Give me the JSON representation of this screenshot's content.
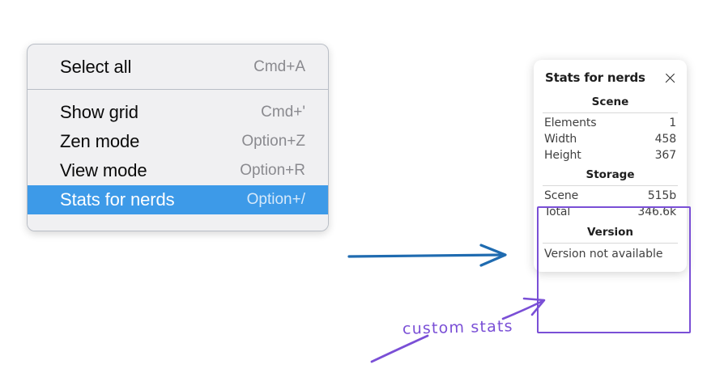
{
  "context_menu": {
    "name": "context-menu",
    "sections": [
      {
        "items": [
          {
            "label": "Select all",
            "shortcut": "Cmd+A",
            "highlighted": false
          }
        ]
      },
      {
        "items": [
          {
            "label": "Show grid",
            "shortcut": "Cmd+'",
            "highlighted": false
          },
          {
            "label": "Zen mode",
            "shortcut": "Option+Z",
            "highlighted": false
          },
          {
            "label": "View mode",
            "shortcut": "Option+R",
            "highlighted": false
          },
          {
            "label": "Stats for nerds",
            "shortcut": "Option+/",
            "highlighted": true
          }
        ]
      }
    ],
    "highlight_color": "#3d9ae8",
    "background_color": "#f0f0f2"
  },
  "stats_panel": {
    "title": "Stats for nerds",
    "close_icon": "close-icon",
    "sections": [
      {
        "heading": "Scene",
        "rows": [
          {
            "key": "Elements",
            "value": "1"
          },
          {
            "key": "Width",
            "value": "458"
          },
          {
            "key": "Height",
            "value": "367"
          }
        ]
      },
      {
        "heading": "Storage",
        "rows": [
          {
            "key": "Scene",
            "value": "515b"
          },
          {
            "key": "Total",
            "value": "346.6k"
          }
        ]
      },
      {
        "heading": "Version",
        "note": "Version not available"
      }
    ]
  },
  "annotations": {
    "label": "custom stats",
    "label_color": "#7a4fd6",
    "highlight_box_color": "#7a4fd6",
    "arrow_color": "#1f6bb0"
  }
}
